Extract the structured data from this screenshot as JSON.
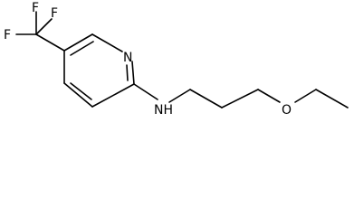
{
  "molecule": {
    "atoms": {
      "f_top": "F",
      "f_left": "F",
      "f_right": "F",
      "ring_nitrogen": "N",
      "amine": "NH",
      "ether_oxygen": "O"
    }
  },
  "colors": {
    "bond": "#000000",
    "label": "#000000",
    "background": "#ffffff"
  }
}
